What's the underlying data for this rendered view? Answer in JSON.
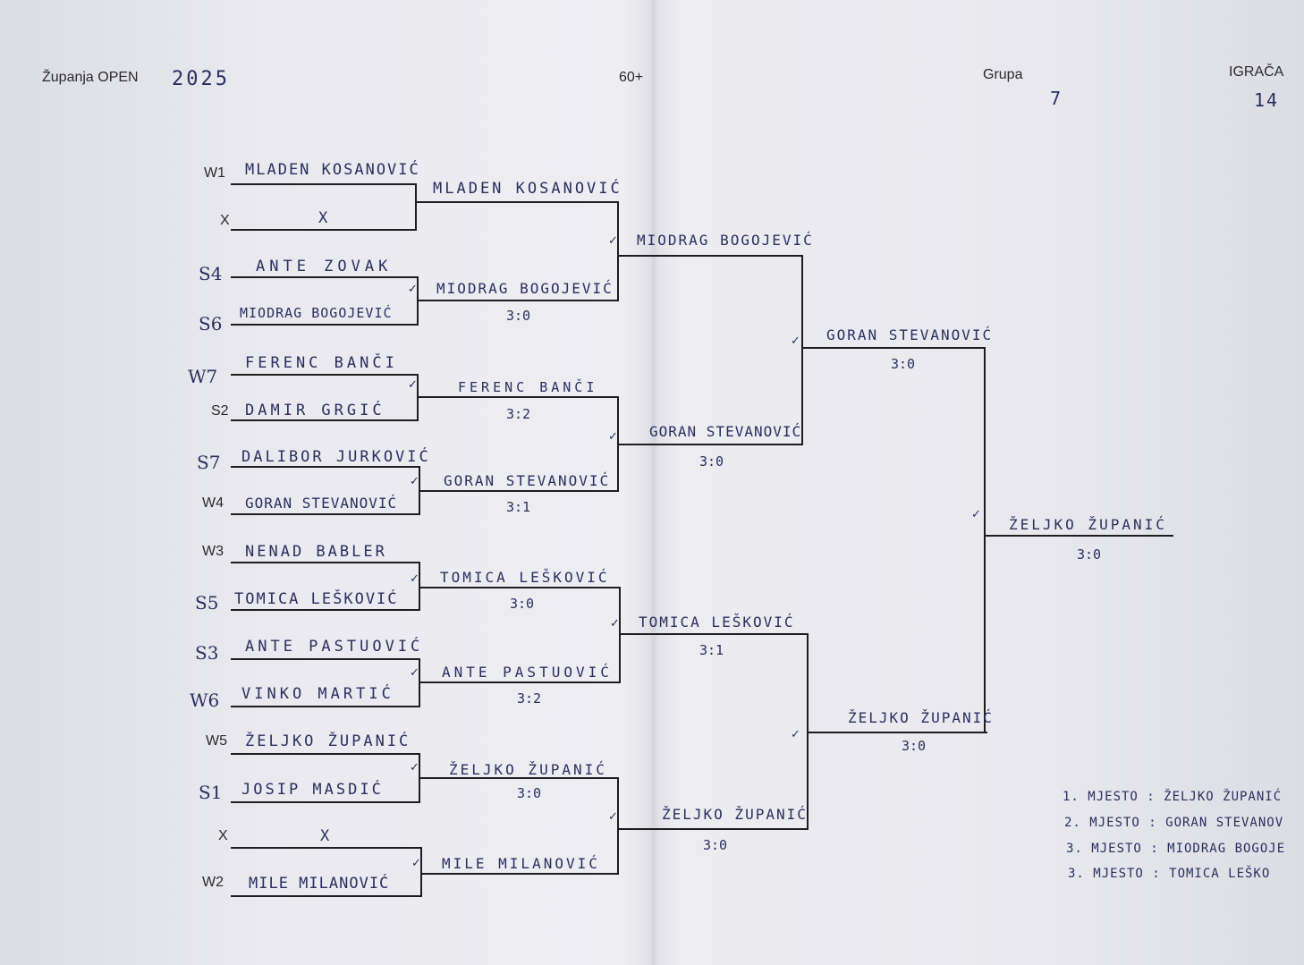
{
  "header": {
    "event": "Županja OPEN",
    "year": "2025",
    "category": "60+",
    "group_label": "Grupa",
    "group_value": "7",
    "players_label": "IGRAČA",
    "players_value": "14"
  },
  "round1": [
    {
      "seed": "W1",
      "name": "MLADEN KOSANOVIĆ"
    },
    {
      "seed": "X",
      "name": "X"
    },
    {
      "seed": "S4",
      "name": "ANTE ZOVAK"
    },
    {
      "seed": "S6",
      "name": "MIODRAG BOGOJEVIĆ"
    },
    {
      "seed": "W7",
      "name": "FERENC BANČI"
    },
    {
      "seed": "S2",
      "name": "DAMIR GRGIĆ"
    },
    {
      "seed": "S7",
      "name": "DALIBOR JURKOVIĆ"
    },
    {
      "seed": "W4",
      "name": "GORAN STEVANOVIĆ"
    },
    {
      "seed": "W3",
      "name": "NENAD BABLER"
    },
    {
      "seed": "S5",
      "name": "TOMICA LEŠKOVIĆ"
    },
    {
      "seed": "S3",
      "name": "ANTE PASTUOVIĆ"
    },
    {
      "seed": "W6",
      "name": "VINKO MARTIĆ"
    },
    {
      "seed": "W5",
      "name": "ŽELJKO ŽUPANIĆ"
    },
    {
      "seed": "S1",
      "name": "JOSIP MASDIĆ"
    },
    {
      "seed": "X",
      "name": "X"
    },
    {
      "seed": "W2",
      "name": "MILE MILANOVIĆ"
    }
  ],
  "round2": [
    {
      "name": "MLADEN KOSANOVIĆ",
      "score": ""
    },
    {
      "name": "MIODRAG BOGOJEVIĆ",
      "score": "3:0"
    },
    {
      "name": "FERENC BANČI",
      "score": "3:2"
    },
    {
      "name": "GORAN STEVANOVIĆ",
      "score": "3:1"
    },
    {
      "name": "TOMICA LEŠKOVIĆ",
      "score": "3:0"
    },
    {
      "name": "ANTE PASTUOVIĆ",
      "score": "3:2"
    },
    {
      "name": "ŽELJKO ŽUPANIĆ",
      "score": "3:0"
    },
    {
      "name": "MILE MILANOVIĆ",
      "score": ""
    }
  ],
  "round3": [
    {
      "name": "MIODRAG BOGOJEVIĆ",
      "score": ""
    },
    {
      "name": "GORAN STEVANOVIĆ",
      "score": "3:0"
    },
    {
      "name": "TOMICA LEŠKOVIĆ",
      "score": "3:1"
    },
    {
      "name": "ŽELJKO ŽUPANIĆ",
      "score": "3:0"
    }
  ],
  "round4": [
    {
      "name": "GORAN STEVANOVIĆ",
      "score": "3:0"
    },
    {
      "name": "ŽELJKO ŽUPANIĆ",
      "score": "3:0"
    }
  ],
  "final": {
    "name": "ŽELJKO ŽUPANIĆ",
    "score": "3:0"
  },
  "results": [
    "1. MJESTO : ŽELJKO ŽUPANIĆ",
    "2. MJESTO : GORAN STEVANOV",
    "3. MJESTO : MIODRAG BOGOJE",
    "3. MJESTO : TOMICA LEŠKO"
  ]
}
